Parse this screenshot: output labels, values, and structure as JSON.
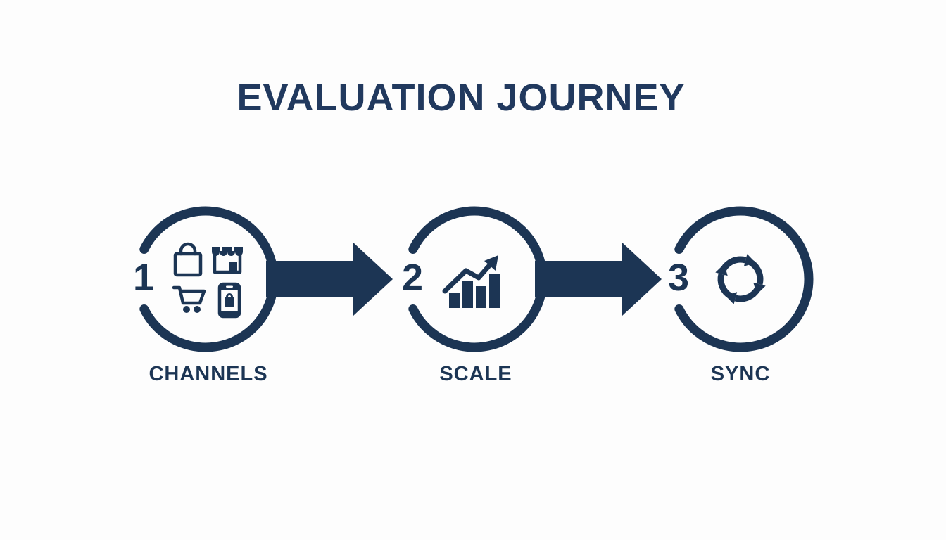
{
  "title": "EVALUATION JOURNEY",
  "colors": {
    "navy": "#1c3554",
    "title": "#21395e",
    "background": "#fdfdfd"
  },
  "steps": [
    {
      "number": "1",
      "label": "CHANNELS",
      "icons": [
        "shopping-bag-icon",
        "storefront-icon",
        "shopping-cart-icon",
        "mobile-shopping-icon"
      ]
    },
    {
      "number": "2",
      "label": "SCALE",
      "icons": [
        "growth-chart-icon"
      ]
    },
    {
      "number": "3",
      "label": "SYNC",
      "icons": [
        "sync-cycle-icon"
      ]
    }
  ],
  "connectors": [
    {
      "type": "arrow-right"
    },
    {
      "type": "arrow-right"
    }
  ]
}
